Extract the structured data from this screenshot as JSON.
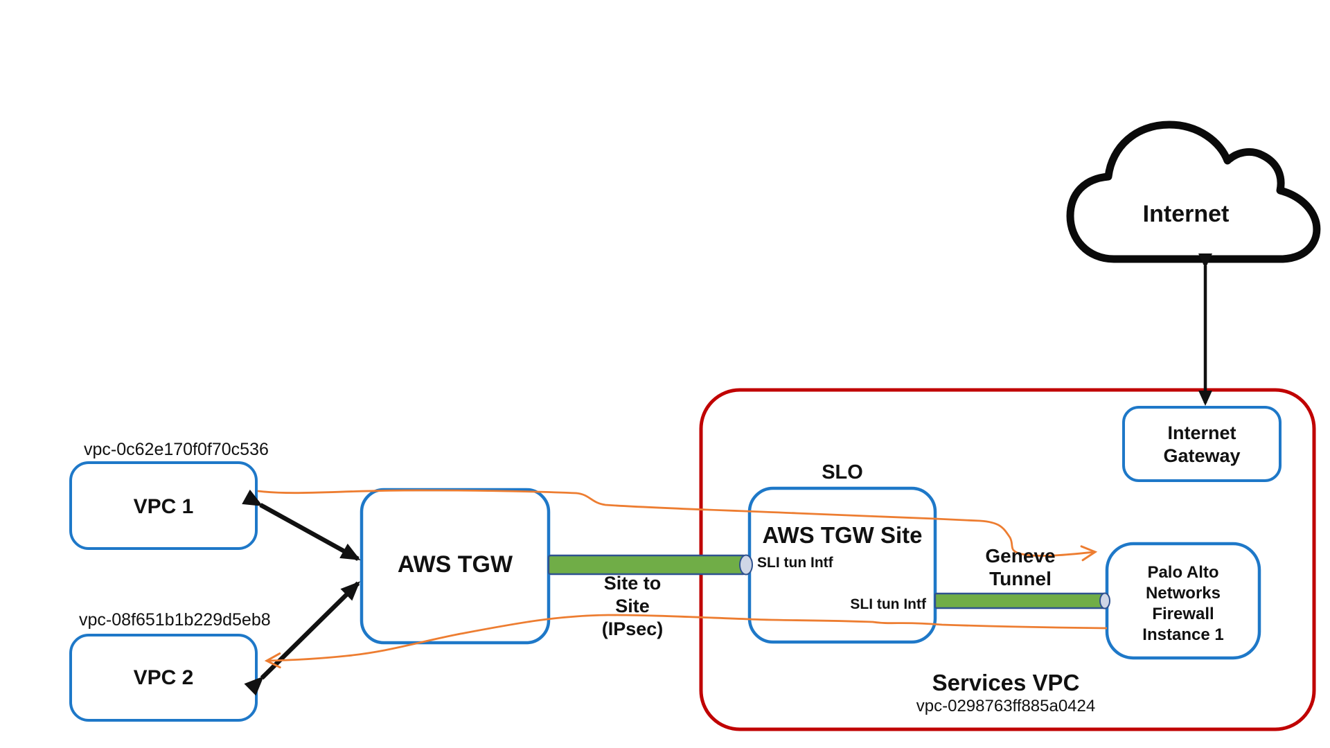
{
  "colors": {
    "box_blue": "#1e78c8",
    "vpc_red": "#c00000",
    "tunnel_green": "#70ad47",
    "tunnel_border": "#2f528f",
    "tunnel_cap": "#cfd6e6",
    "line_orange": "#ed7d31",
    "ink_black": "#111111"
  },
  "nodes": {
    "internet": {
      "label": "Internet"
    },
    "internet_gateway": {
      "label": "Internet Gateway"
    },
    "services_vpc": {
      "label": "Services VPC",
      "vpc_id": "vpc-0298763ff885a0424"
    },
    "aws_tgw_site": {
      "label": "AWS TGW Site",
      "slo": "SLO",
      "sli_tun_top": "SLI tun Intf",
      "sli_tun_bottom": "SLI tun Intf"
    },
    "palo_alto_firewall": {
      "label": "Palo Alto Networks Firewall Instance 1"
    },
    "aws_tgw": {
      "label": "AWS TGW"
    },
    "vpc1": {
      "label": "VPC 1",
      "vpc_id": "vpc-0c62e170f0f70c536"
    },
    "vpc2": {
      "label": "VPC 2",
      "vpc_id": "vpc-08f651b1b229d5eb8"
    }
  },
  "tunnels": {
    "site_to_site": {
      "label": "Site to Site (IPsec)"
    },
    "geneve": {
      "label": "Geneve Tunnel"
    }
  },
  "edges": [
    {
      "from": "internet",
      "to": "internet_gateway",
      "style": "black-double-arrow"
    },
    {
      "from": "vpc1",
      "to": "aws_tgw",
      "style": "black-double-arrow"
    },
    {
      "from": "vpc2",
      "to": "aws_tgw",
      "style": "black-double-arrow"
    },
    {
      "from": "aws_tgw",
      "to": "aws_tgw_site",
      "style": "green-tunnel",
      "label": "Site to Site (IPsec)"
    },
    {
      "from": "aws_tgw_site",
      "to": "palo_alto_firewall",
      "style": "green-tunnel",
      "label": "Geneve Tunnel"
    },
    {
      "from": "vpc1",
      "to": "palo_alto_firewall",
      "style": "orange-arrow"
    },
    {
      "from": "palo_alto_firewall",
      "to": "vpc2",
      "style": "orange-arrow"
    }
  ]
}
